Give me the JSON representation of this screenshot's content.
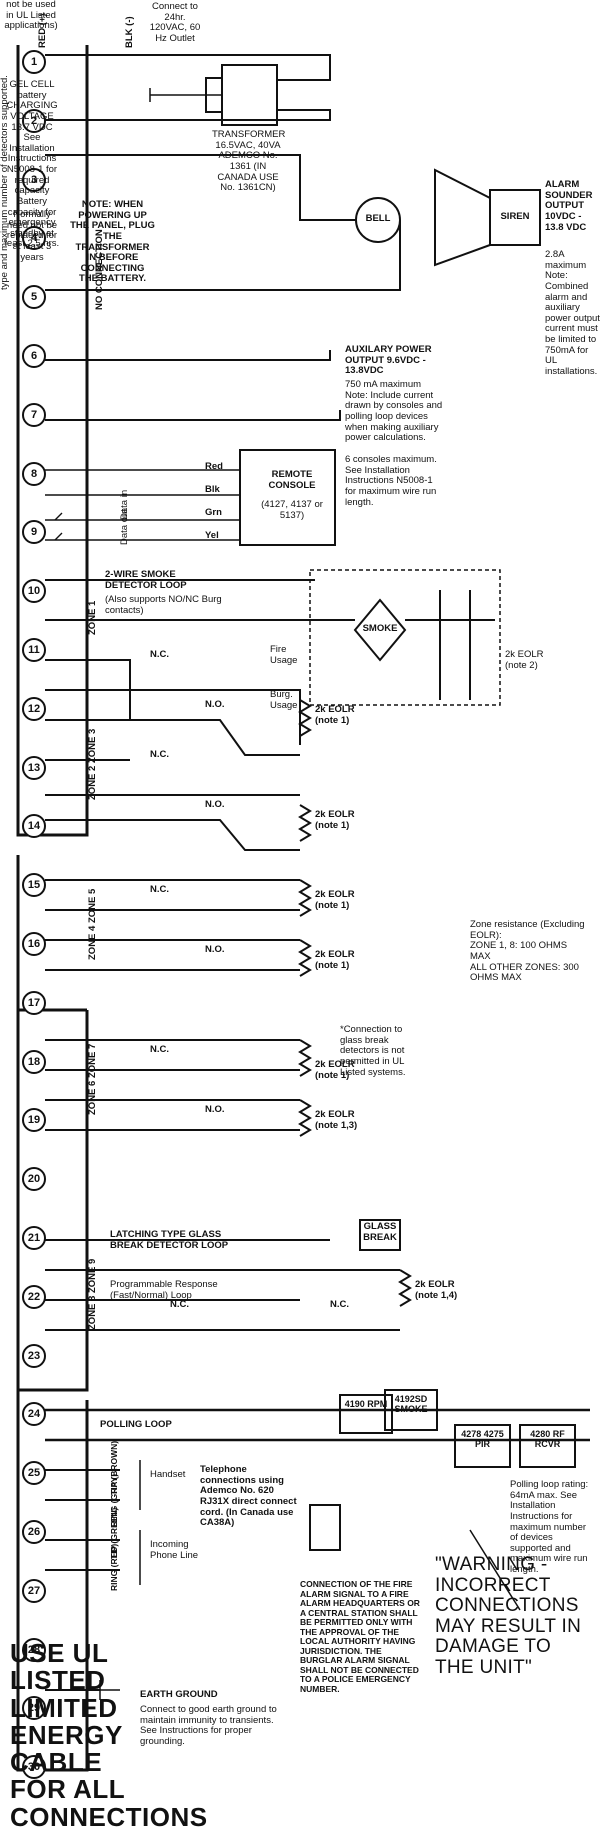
{
  "terminals": [
    "1",
    "2",
    "3",
    "4",
    "5",
    "6",
    "7",
    "8",
    "9",
    "10",
    "11",
    "12",
    "13",
    "14",
    "15",
    "16",
    "17",
    "18",
    "19",
    "20",
    "21",
    "22",
    "23",
    "24",
    "25",
    "26",
    "27",
    "28",
    "29",
    "30"
  ],
  "zone_labels": {
    "zone1": "ZONE 1",
    "zone2_3": "ZONE 2 ZONE 3",
    "zone4_5": "ZONE 4 ZONE 5",
    "zone6_7": "ZONE 6 ZONE 7",
    "zone8_9": "ZONE 8 ZONE 9"
  },
  "battery": {
    "red": "RED (+)",
    "blk": "BLK (-)",
    "top_note": "not be used in UL Listed applications)",
    "charging": "GEL CELL battery CHARGING VOLTAGE 13.7 VDC See Installation Instructions N5008-1 for required capacity Battery capacity for emergency standby at least 2.5 hrs.",
    "replace": "Normally need not be replaced for at least 3 years"
  },
  "top_cut_text": "type and maximum number of detectors supported.",
  "transformer": {
    "connect": "Connect to 24hr. 120VAC, 60 Hz Outlet",
    "spec": "TRANSFORMER 16.5VAC, 40VA ADEMCO No. 1361 (IN CANADA USE No. 1361CN)"
  },
  "power_note": "NOTE: WHEN POWERING UP THE PANEL, PLUG THE TRANSFORMER IN BEFORE CONNECTING THE BATTERY.",
  "no_connection": "NO CONNECTION",
  "bell": "BELL",
  "siren": "SIREN",
  "alarm_output": {
    "title": "ALARM SOUNDER OUTPUT 10VDC - 13.8 VDC",
    "body": "2.8A maximum\nNote: Combined alarm and auxiliary power output current must be limited to 750mA for UL installations."
  },
  "aux_output": {
    "title": "AUXILARY POWER OUTPUT 9.6VDC - 13.8VDC",
    "body": "750 mA maximum\nNote: Include current drawn by consoles and polling loop devices when making auxiliary power calculations."
  },
  "console": {
    "wire_labels": [
      "Red",
      "Blk",
      "Grn",
      "Yel"
    ],
    "title": "REMOTE CONSOLE",
    "models": "(4127, 4137 or 5137)",
    "data_in": "Data in",
    "data_out": "Data out",
    "note": "6 consoles maximum. See Installation Instructions N5008-1 for maximum wire run length."
  },
  "zone1_text": {
    "title": "2-WIRE SMOKE DETECTOR LOOP",
    "sub": "(Also supports NO/NC Burg contacts)",
    "smoke": "SMOKE",
    "fire_usage": "Fire Usage",
    "burg_usage": "Burg. Usage",
    "eolr": "2k EOLR (note 2)"
  },
  "contacts": {
    "nc": "N.C.",
    "no": "N.O."
  },
  "eolr": {
    "note1": "2k EOLR (note 1)",
    "note13": "2k EOLR (note 1,3)",
    "note14": "2k EOLR (note 1,4)"
  },
  "glass_note": "*Connection to glass break detectors is not permitted in UL Listed systems.",
  "glass_break": "GLASS BREAK",
  "zone_resistance": "Zone resistance (Excluding EOLR):\nZONE 1, 8: 100 OHMS MAX\nALL OTHER ZONES: 300 OHMS MAX",
  "latching_loop": "LATCHING TYPE GLASS BREAK DETECTOR LOOP",
  "prog_response": "Programmable Response (Fast/Normal) Loop",
  "polling_loop": "POLLING LOOP",
  "polling_devices": [
    "4190 RPM",
    "4192SD SMOKE",
    "4278 4275 PIR",
    "4280 RF RCVR"
  ],
  "polling_note": "Polling loop rating: 64mA max. See Installation Instructions for maximum number of devices supported and maximum wire run length.",
  "handset": "Handset",
  "incoming_line": "Incoming Phone Line",
  "phone_wires": [
    "TIP (BROWN)",
    "RING (GRAY)",
    "TIP (GREEN)",
    "RING (RED)"
  ],
  "telephone_note": "Telephone connections using Ademco No. 620 RJ31X direct connect cord. (In Canada use CA38A)",
  "earth_ground": {
    "title": "EARTH GROUND",
    "body": "Connect to good earth ground to maintain immunity to transients. See Instructions for proper grounding."
  },
  "fire_alarm_note": "CONNECTION OF THE FIRE ALARM SIGNAL TO A FIRE ALARM HEADQUARTERS OR A CENTRAL STATION SHALL BE PERMITTED ONLY WITH THE APPROVAL OF THE LOCAL AUTHORITY HAVING JURISDICTION. THE BURGLAR ALARM SIGNAL SHALL NOT BE CONNECTED TO A POLICE EMERGENCY NUMBER.",
  "warning": "\"WARNING - INCORRECT CONNECTIONS MAY RESULT IN DAMAGE TO THE UNIT\"",
  "ul_banner": "USE UL LISTED LIMITED ENERGY CABLE FOR ALL CONNECTIONS"
}
